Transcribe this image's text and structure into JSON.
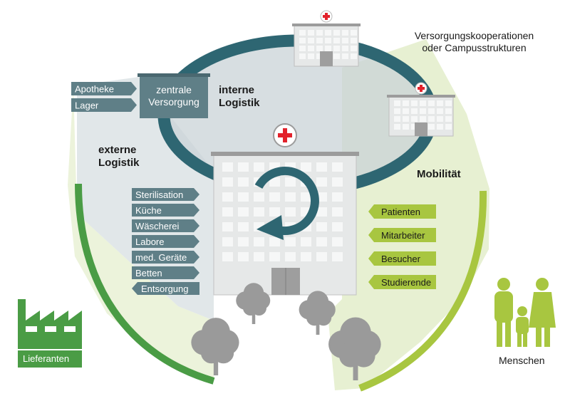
{
  "colors": {
    "dark_green": "#4a9c45",
    "light_green": "#a8c640",
    "pale_green": "#e7f0d2",
    "teal": "#2e6672",
    "slate": "#5f7f87",
    "light_slate": "#c9d3d7",
    "building": "#e6e8e8",
    "window": "#f6f7f7",
    "tree": "#9a9a9a",
    "cross": "#e2222b"
  },
  "labels": {
    "campus": "Versorgungskooperationen\noder Campusstrukturen",
    "internal": "interne\nLogistik",
    "external": "externe\nLogistik",
    "mobility": "Mobilität",
    "central_supply": "zentrale\nVersorgung",
    "people": "Menschen",
    "suppliers": "Lieferanten"
  },
  "supply_inputs": [
    "Apotheke",
    "Lager"
  ],
  "services": [
    "Sterilisation",
    "Küche",
    "Wäscherei",
    "Labore",
    "med. Geräte",
    "Betten",
    "Entsorgung"
  ],
  "people_groups": [
    "Patienten",
    "Mitarbeiter",
    "Besucher",
    "Studierende"
  ],
  "icons": {
    "hospital_cross": "red-cross-icon",
    "cycle": "cycle-arrow-icon",
    "factory": "factory-icon",
    "people": "family-icon",
    "tree": "tree-icon"
  }
}
